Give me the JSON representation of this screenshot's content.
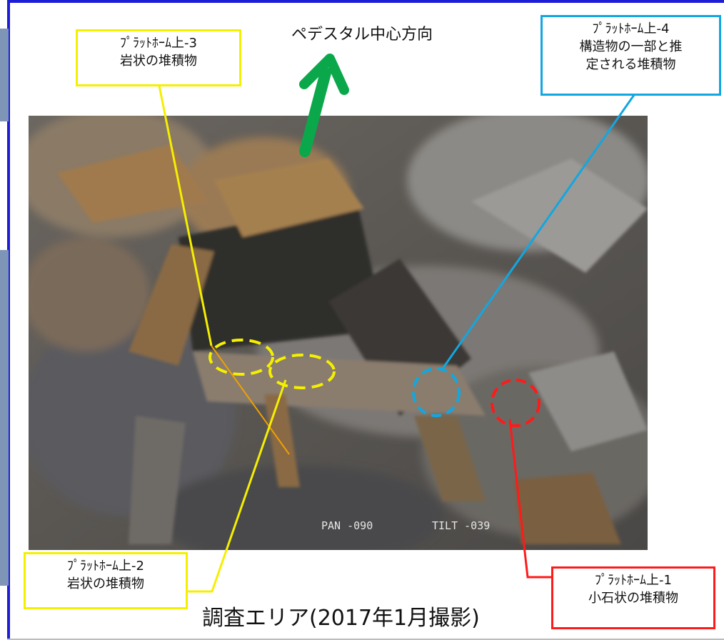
{
  "direction_text": "ペデスタル中心方向",
  "labels": {
    "l3": {
      "line1": "ﾌﾟﾗｯﾄﾎｰﾑ上-3",
      "line2": "岩状の堆積物"
    },
    "l4": {
      "line1": "ﾌﾟﾗｯﾄﾎｰﾑ上-4",
      "line2": "構造物の一部と推",
      "line3": "定される堆積物"
    },
    "l2": {
      "line1": "ﾌﾟﾗｯﾄﾎｰﾑ上-2",
      "line2": "岩状の堆積物"
    },
    "l1": {
      "line1": "ﾌﾟﾗｯﾄﾎｰﾑ上-1",
      "line2": "小石状の堆積物"
    }
  },
  "osd": {
    "pan": "PAN -090",
    "tilt": "TILT -039"
  },
  "caption": "調査エリア(2017年1月撮影)",
  "colors": {
    "yellow": "#f5ef00",
    "blue": "#12a7e0",
    "red": "#ff1a1a",
    "arrow": "#0aa84a",
    "frame": "#1d1dd8"
  }
}
